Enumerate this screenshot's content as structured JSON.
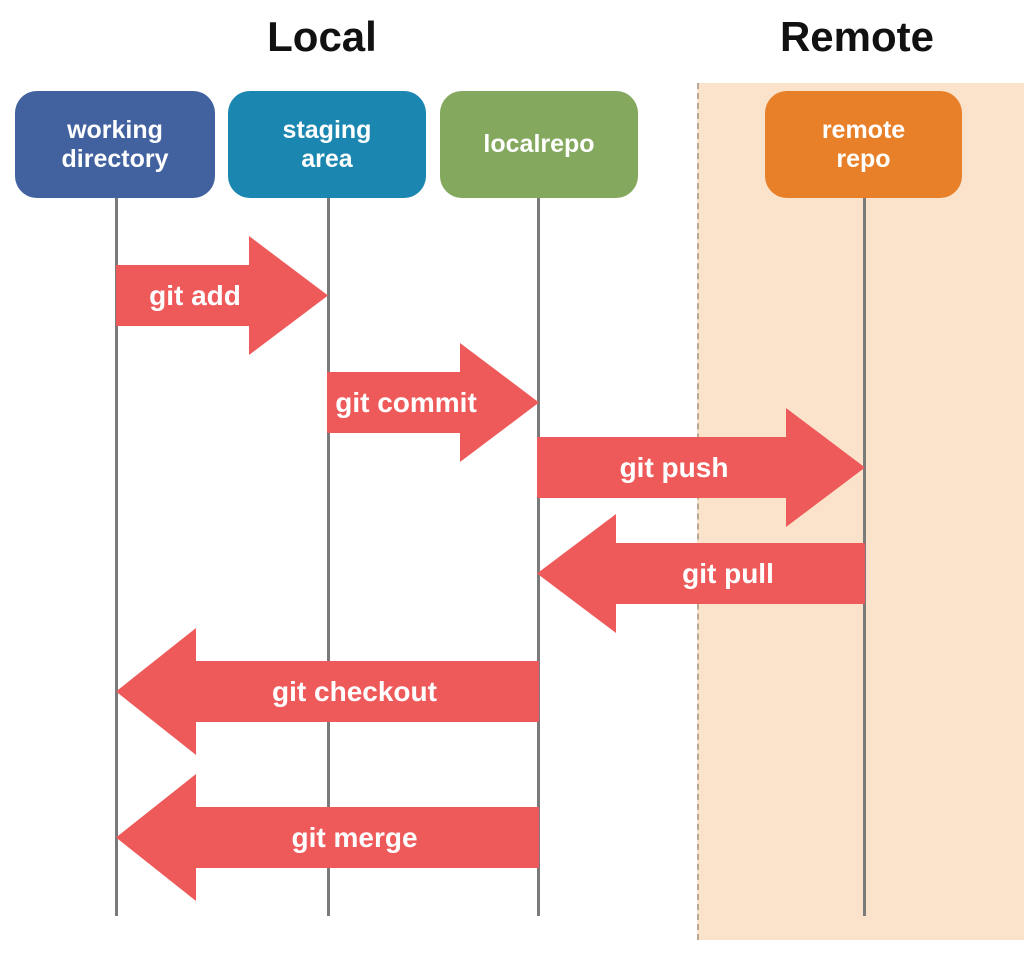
{
  "colors": {
    "background": "#ffffff",
    "remote_region": "#fae2cb",
    "remote_region_border": "#b9a894",
    "lifeline": "#7a7a7a",
    "arrow": "#ee5a5a",
    "arrow_label_text": "#ffffff",
    "title_text": "#111111",
    "working_directory": "#41619f",
    "staging_area": "#1b87b0",
    "localrepo": "#84a85e",
    "remote_repo": "#e8802a"
  },
  "sections": {
    "local_title": "Local",
    "remote_title": "Remote"
  },
  "nodes": [
    {
      "id": "working-directory",
      "label": "working\ndirectory",
      "color": "#41619f"
    },
    {
      "id": "staging-area",
      "label": "staging\narea",
      "color": "#1b87b0"
    },
    {
      "id": "localrepo",
      "label": "localrepo",
      "color": "#84a85e"
    },
    {
      "id": "remote-repo",
      "label": "remote\nrepo",
      "color": "#e8802a"
    }
  ],
  "arrows": [
    {
      "id": "git-add",
      "label": "git add",
      "from": "working-directory",
      "to": "staging-area",
      "direction": "right"
    },
    {
      "id": "git-commit",
      "label": "git commit",
      "from": "staging-area",
      "to": "localrepo",
      "direction": "right"
    },
    {
      "id": "git-push",
      "label": "git push",
      "from": "localrepo",
      "to": "remote-repo",
      "direction": "right"
    },
    {
      "id": "git-pull",
      "label": "git pull",
      "from": "remote-repo",
      "to": "localrepo",
      "direction": "left"
    },
    {
      "id": "git-checkout",
      "label": "git checkout",
      "from": "localrepo",
      "to": "working-directory",
      "direction": "left"
    },
    {
      "id": "git-merge",
      "label": "git merge",
      "from": "localrepo",
      "to": "working-directory",
      "direction": "left"
    }
  ]
}
